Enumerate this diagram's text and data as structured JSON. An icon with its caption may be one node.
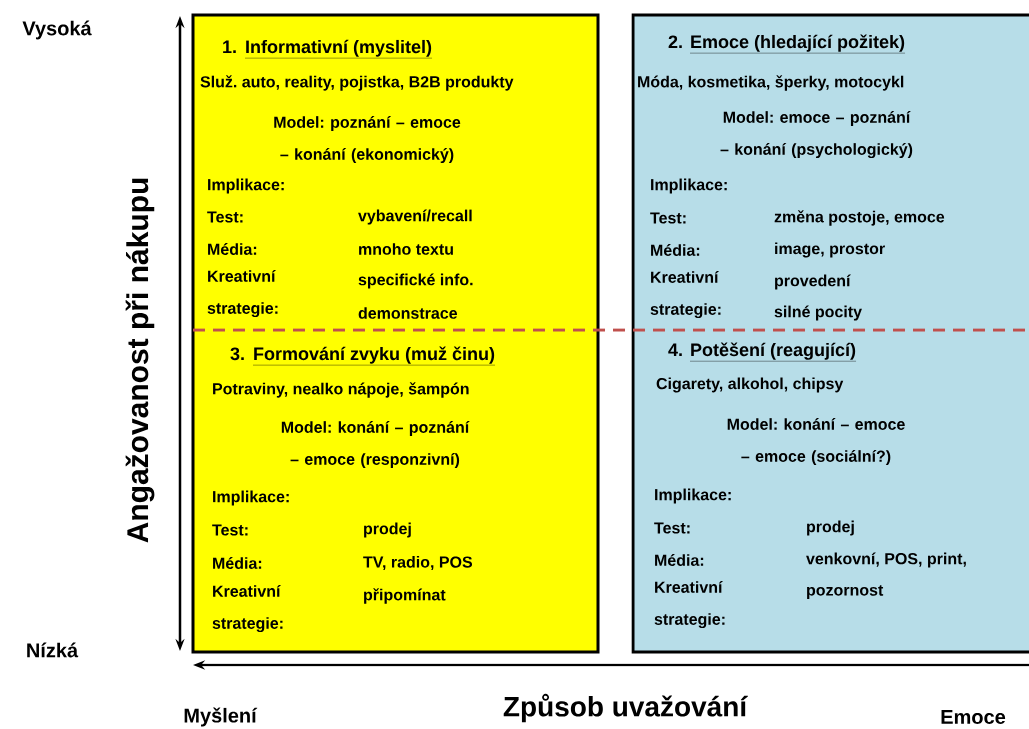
{
  "diagram": {
    "nodes": [
      {
        "text": [],
        "shape": "box"
      },
      {
        "text": [
          "1.",
          "Informativní (myslitel)",
          "Služ. auto, reality, pojistka, B2B produkty",
          "Model: poznání – emoce – konání (ekonomický)",
          "Implikace:",
          "Test:",
          "vybavení/recall",
          "Média:",
          "mnoho textu",
          "Kreativní strategie:",
          "specifické info.",
          "demonstrace"
        ],
        "in": 0
      },
      {
        "text": [
          "3.",
          "Formování zvyku (muž činu)",
          "Potraviny, nealko nápoje, šampón",
          "Model: konání – poznání – emoce (responzivní)",
          "Implikace:",
          "Test:",
          "prodej",
          "Média:",
          "TV, radio, POS",
          "Kreativní strategie:",
          "připomínat"
        ],
        "in": 0
      },
      {
        "text": [],
        "shape": "box"
      },
      {
        "text": [
          "2.",
          "Emoce (hledající požitek)",
          "Móda, kosmetika, šperky, motocykl",
          "Model: emoce – poznání – konání (psychologický)",
          "Implikace:",
          "Test:",
          "změna postoje, emoce",
          "Média:",
          "image, prostor",
          "Kreativní strategie:",
          "provedení",
          "silné pocity"
        ],
        "in": 3
      },
      {
        "text": [
          "4.",
          "Potěšení (reagující)",
          "Cigarety, alkohol, chipsy",
          "Model: konání – emoce – emoce (sociální?)",
          "Implikace:",
          "Test:",
          "prodej",
          "Média:",
          "venkovní, POS, print,",
          "Kreativní strategie:",
          "pozornost"
        ],
        "in": 3
      }
    ],
    "labels": [
      "Vysoká",
      "Angažovanost při nákupu",
      "Nízká",
      "Myšlení",
      "Způsob uvažování",
      "Emoce"
    ]
  }
}
